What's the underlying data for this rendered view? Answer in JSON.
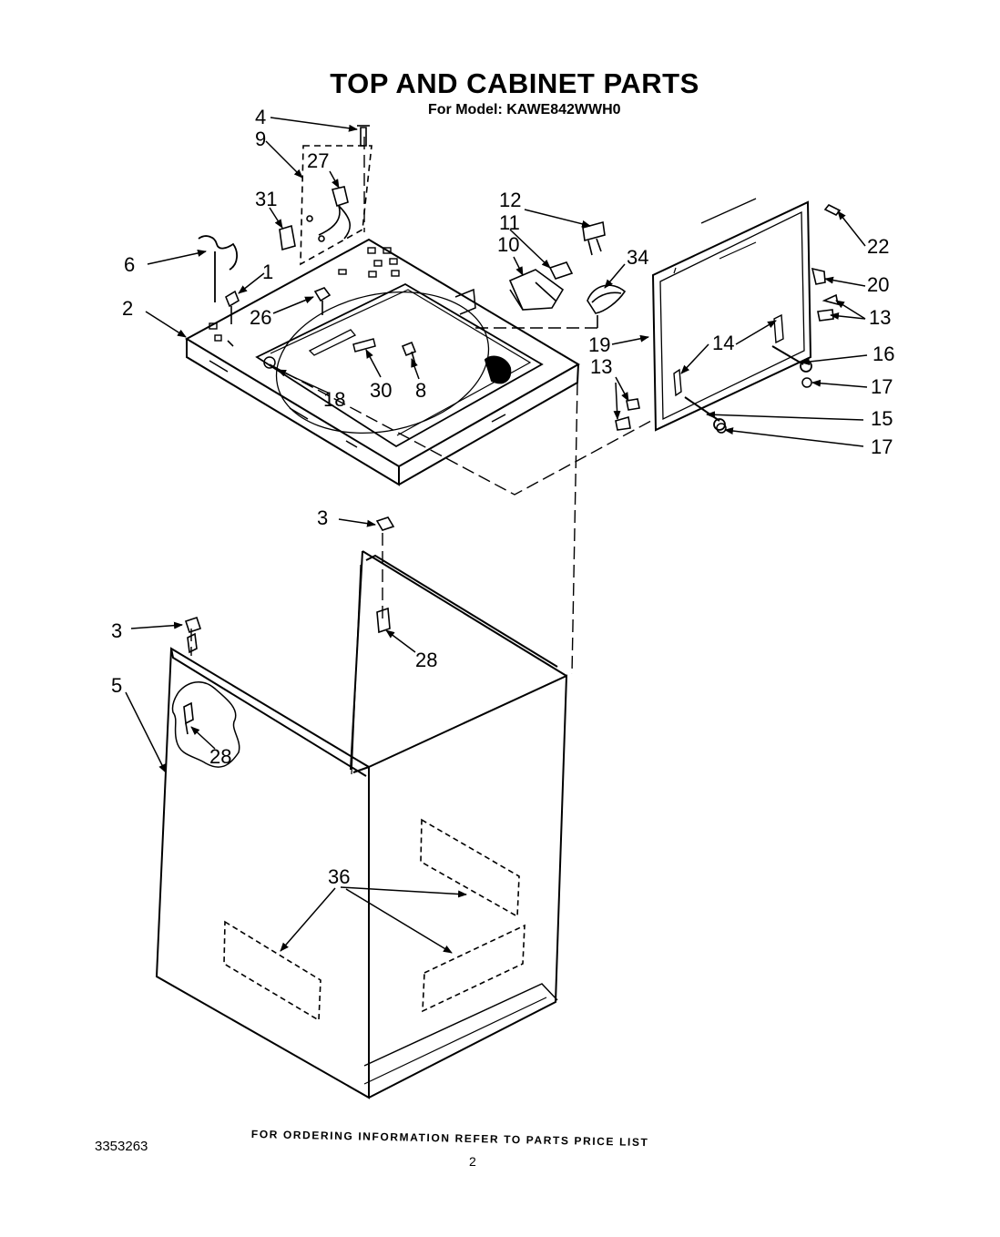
{
  "header": {
    "title": "TOP AND CABINET PARTS",
    "subtitle": "For Model: KAWE842WWH0"
  },
  "footer": {
    "ordering_note": "FOR ORDERING INFORMATION REFER TO PARTS PRICE LIST",
    "document_number": "3353263",
    "page_number": "2"
  },
  "callouts": {
    "c1": "1",
    "c2": "2",
    "c3a": "3",
    "c3b": "3",
    "c4": "4",
    "c5": "5",
    "c6": "6",
    "c8": "8",
    "c9": "9",
    "c10": "10",
    "c11": "11",
    "c12": "12",
    "c13a": "13",
    "c13b": "13",
    "c14": "14",
    "c15": "15",
    "c16": "16",
    "c17a": "17",
    "c17b": "17",
    "c18": "18",
    "c19": "19",
    "c20": "20",
    "c22": "22",
    "c26": "26",
    "c27": "27",
    "c28a": "28",
    "c28b": "28",
    "c30": "30",
    "c31": "31",
    "c34": "34",
    "c36": "36"
  }
}
